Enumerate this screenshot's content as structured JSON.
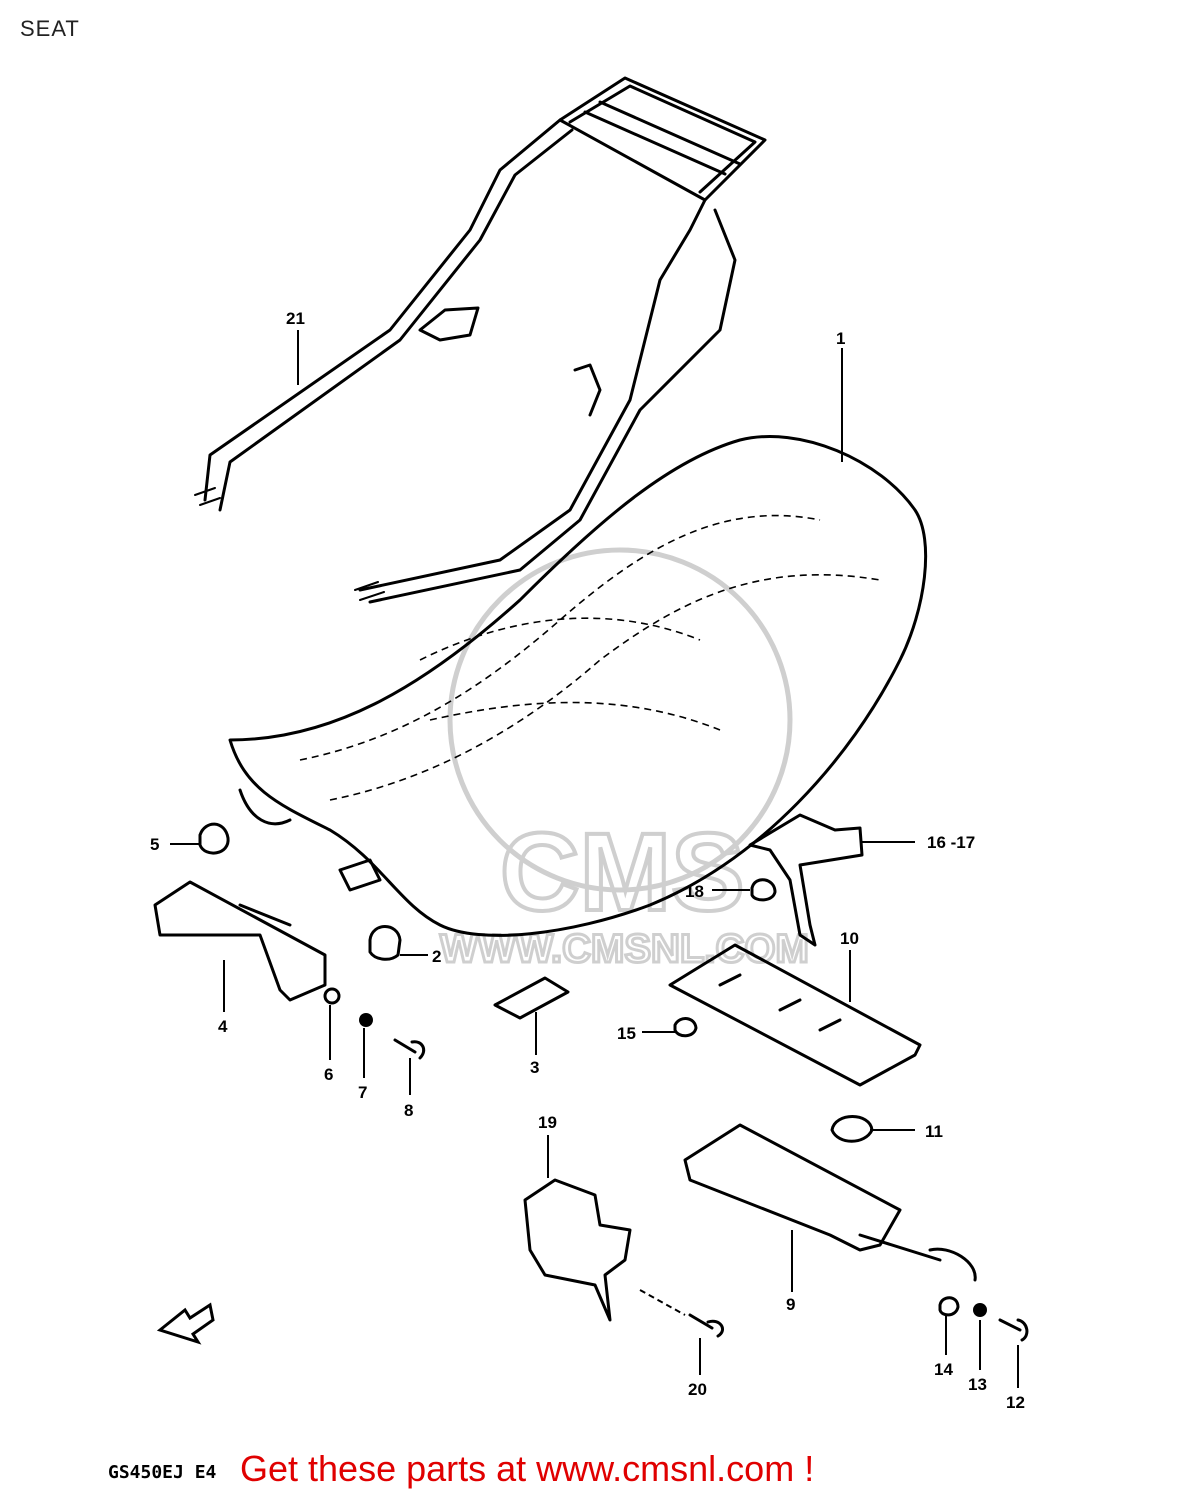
{
  "page": {
    "title": "SEAT",
    "model_code": "GS450EJ E4",
    "cta_text": "Get these parts at www.cmsnl.com !"
  },
  "watermark": {
    "brand": "CMS",
    "url": "WWW.CMSNL.COM"
  },
  "callouts": {
    "c1": "1",
    "c2": "2",
    "c3": "3",
    "c4": "4",
    "c5": "5",
    "c6": "6",
    "c7": "7",
    "c8": "8",
    "c9": "9",
    "c10": "10",
    "c11": "11",
    "c12": "12",
    "c13": "13",
    "c14": "14",
    "c15": "15",
    "c16_17": "16 -17",
    "c18": "18",
    "c19": "19",
    "c20": "20",
    "c21": "21"
  },
  "icons": {
    "front-arrow": "arrow-icon"
  },
  "colors": {
    "cta": "#e00000",
    "watermark": "#cfcfcf",
    "line": "#000000"
  }
}
